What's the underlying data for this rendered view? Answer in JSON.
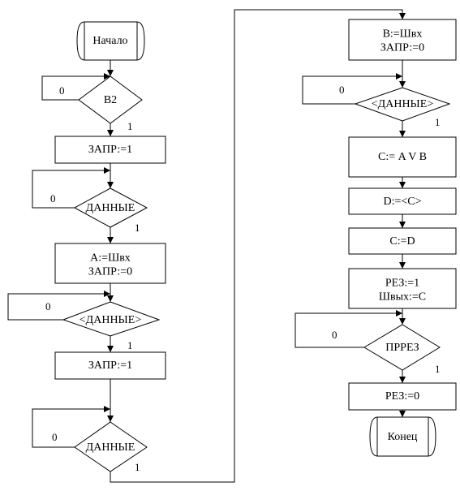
{
  "blocks": {
    "start": {
      "lines": [
        "Начало"
      ]
    },
    "b2": {
      "lines": [
        "В2"
      ]
    },
    "zapr1_a": {
      "lines": [
        "ЗАПР:=1"
      ]
    },
    "data_a": {
      "lines": [
        "ДАННЫЕ"
      ]
    },
    "assign_a": {
      "lines": [
        "А:=Швх",
        "ЗАПР:=0"
      ]
    },
    "ndata_a": {
      "lines": [
        "<ДАННЫЕ>"
      ]
    },
    "zapr1_b": {
      "lines": [
        "ЗАПР:=1"
      ]
    },
    "data_b": {
      "lines": [
        "ДАННЫЕ"
      ]
    },
    "assign_b": {
      "lines": [
        "В:=Швх",
        "ЗАПР:=0"
      ]
    },
    "ndata_b": {
      "lines": [
        "<ДАННЫЕ>"
      ]
    },
    "or": {
      "lines": [
        "С:= A V B"
      ]
    },
    "d_assign": {
      "lines": [
        "D:=<C>"
      ]
    },
    "c_assign": {
      "lines": [
        "C:=D"
      ]
    },
    "rez_set": {
      "lines": [
        "РЕЗ:=1",
        "Швых:=С"
      ]
    },
    "prez": {
      "lines": [
        "ПРРЕЗ"
      ]
    },
    "rez_reset": {
      "lines": [
        "РЕЗ:=0"
      ]
    },
    "end": {
      "lines": [
        "Конец"
      ]
    }
  },
  "edge_labels": {
    "yes": "1",
    "no": "0"
  }
}
